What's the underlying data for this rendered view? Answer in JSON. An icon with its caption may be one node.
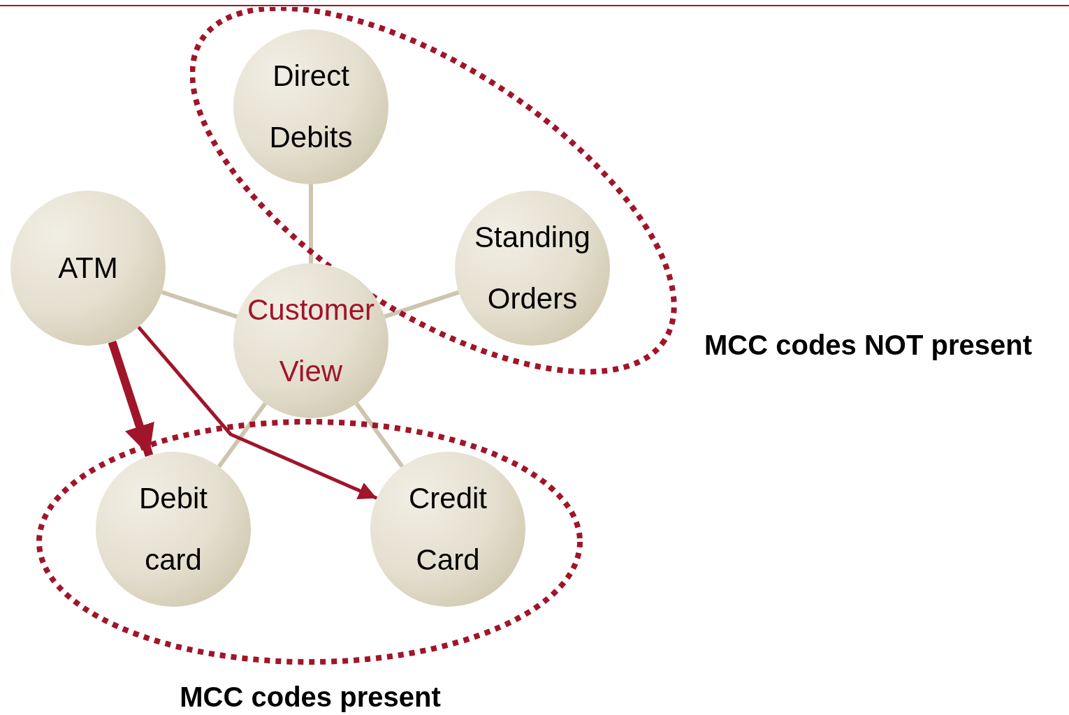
{
  "diagram": {
    "nodes": [
      {
        "text": [
          "MCC codes NOT present"
        ]
      },
      {
        "text": [
          "Direct Debits"
        ],
        "in": 0
      },
      {
        "text": [
          "Standing Orders"
        ],
        "in": 0
      },
      {
        "text": [
          "ATM"
        ]
      },
      {
        "text": [
          "Customer View"
        ]
      },
      {
        "text": [
          "MCC codes present"
        ]
      },
      {
        "text": [
          "Debit card"
        ],
        "in": 5
      },
      {
        "text": [
          "Credit Card"
        ],
        "in": 5
      }
    ],
    "edges": [
      {
        "from": 4,
        "to": 1,
        "arrow": "none"
      },
      {
        "from": 4,
        "to": 2,
        "arrow": "none"
      },
      {
        "from": 4,
        "to": 3,
        "arrow": "none"
      },
      {
        "from": 4,
        "to": 6,
        "arrow": "none"
      },
      {
        "from": 4,
        "to": 7,
        "arrow": "none"
      },
      {
        "from": 3,
        "to": 6,
        "arrow": "to",
        "style": "thick",
        "color": "#a0152a"
      },
      {
        "from": 3,
        "to": 7,
        "arrow": "to",
        "color": "#a0152a"
      }
    ]
  }
}
